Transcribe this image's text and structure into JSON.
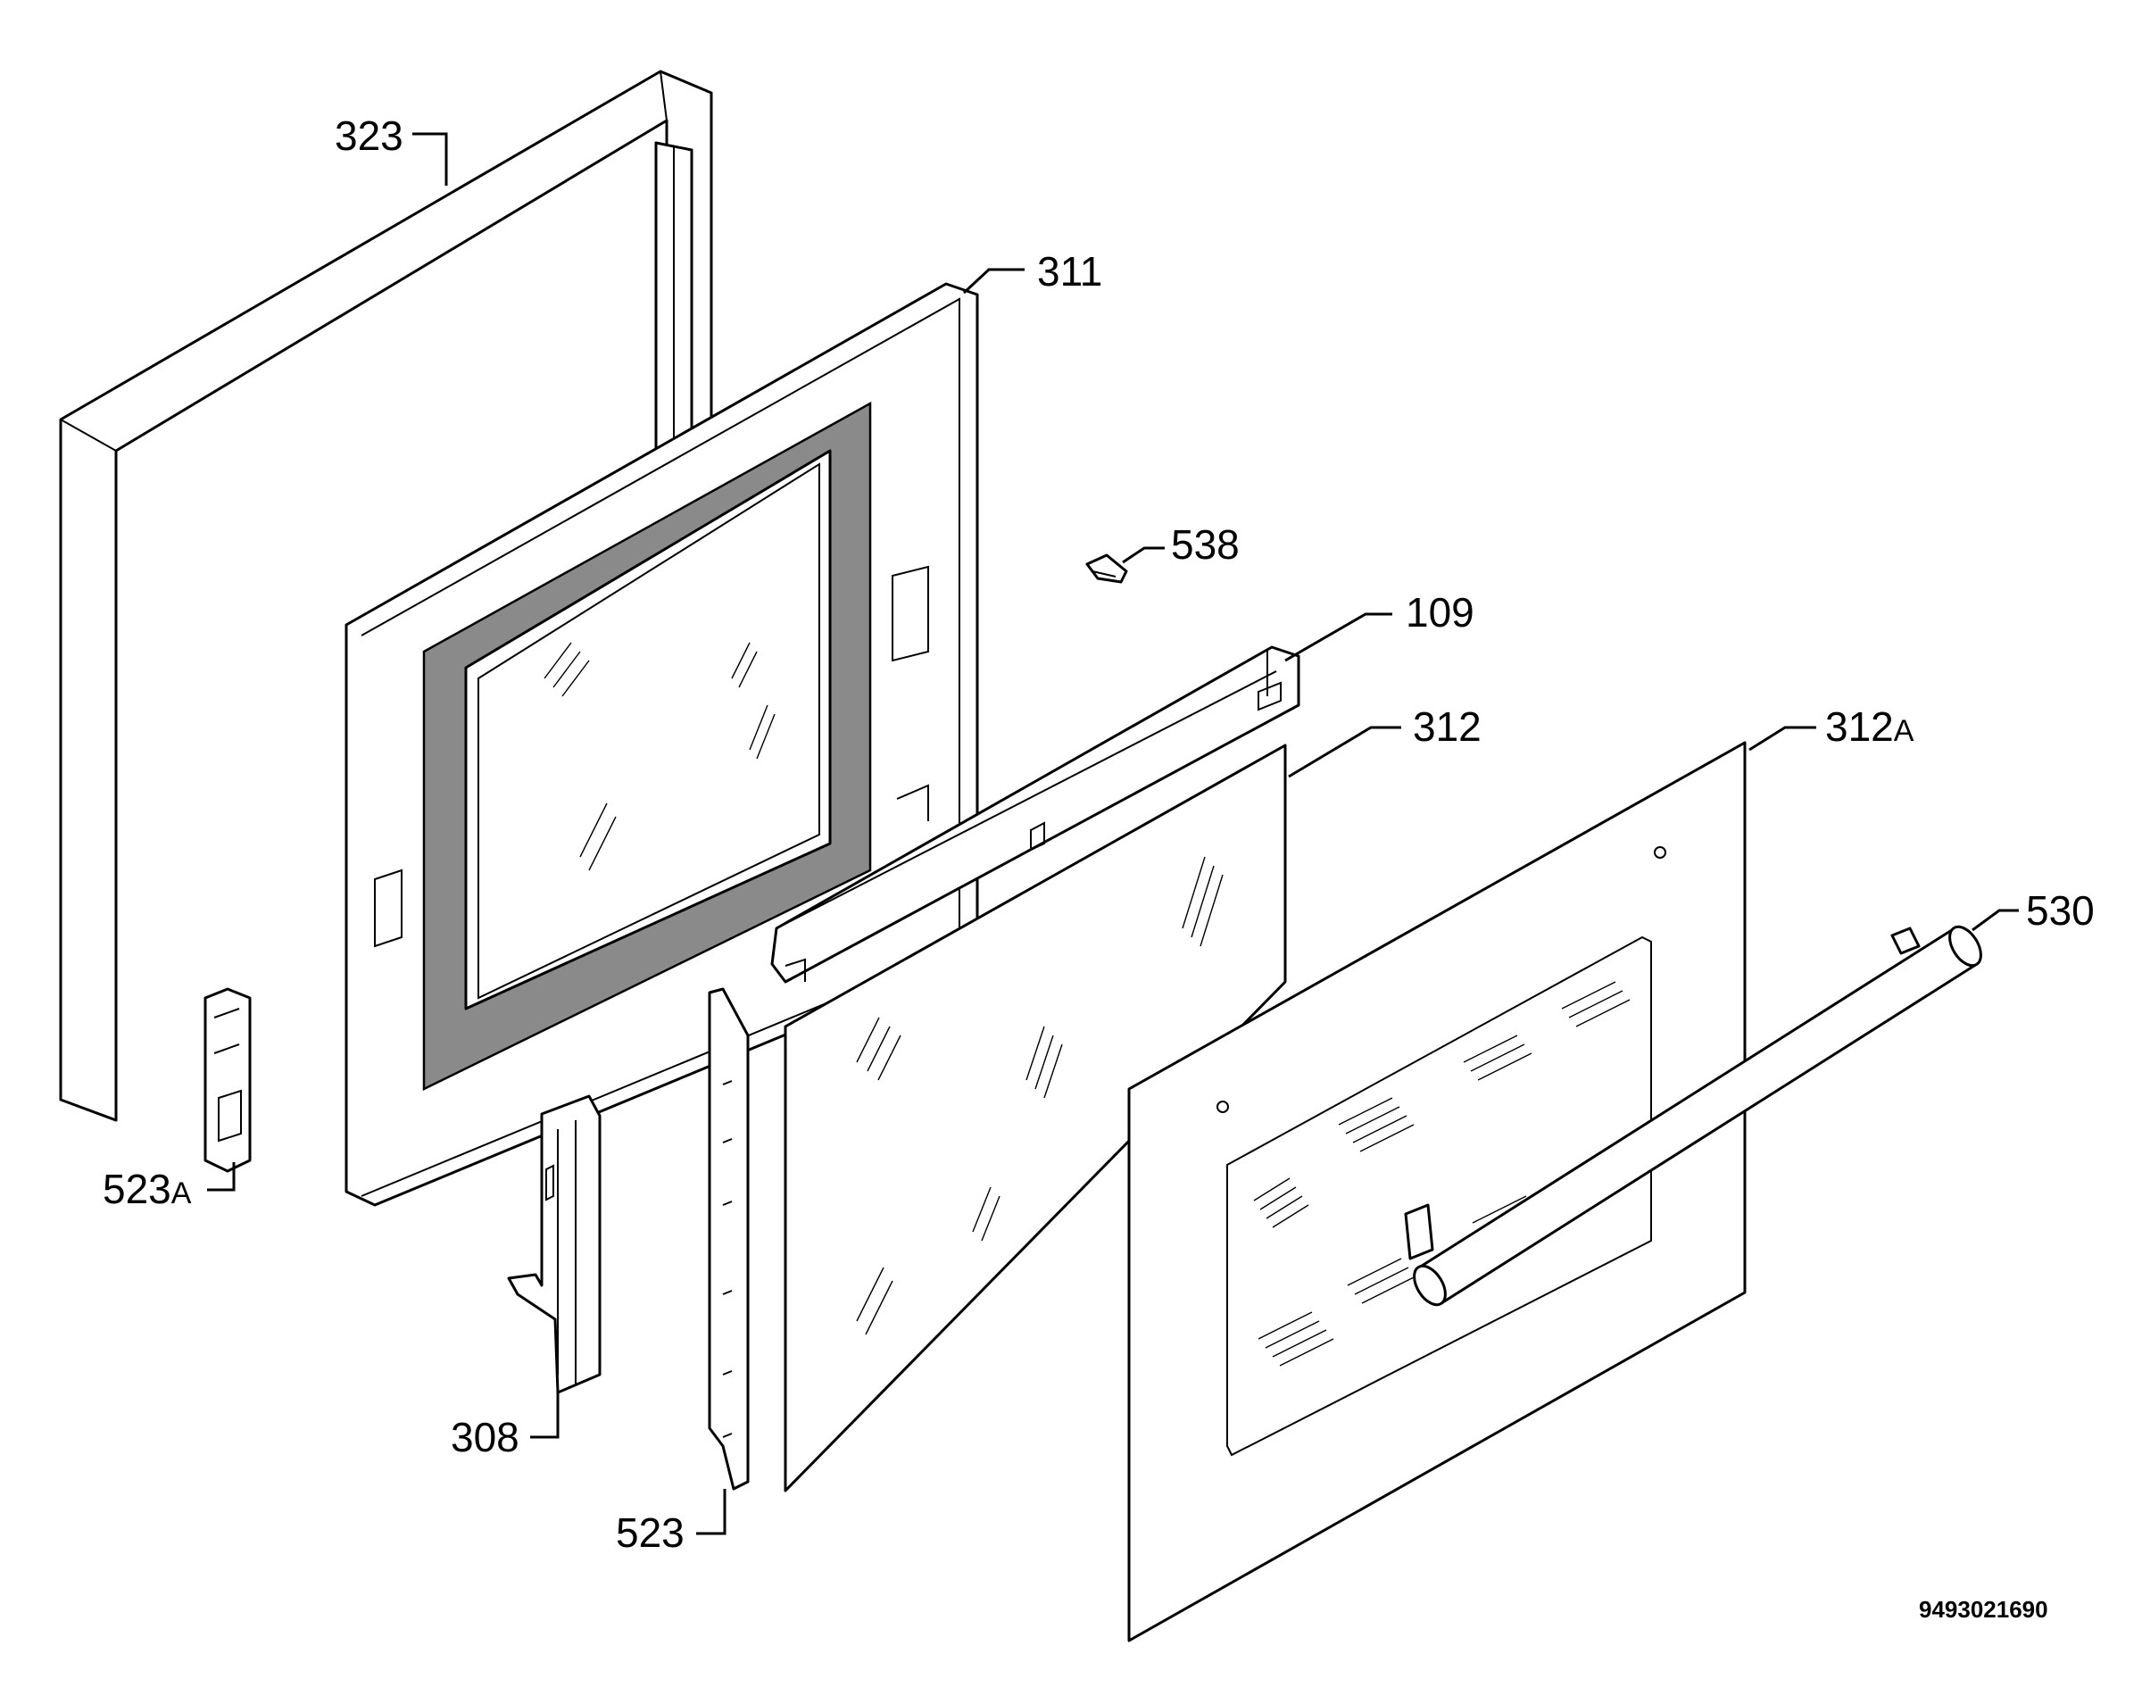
{
  "diagram": {
    "callouts": [
      {
        "id": "323",
        "text": "323",
        "suffix": ""
      },
      {
        "id": "311",
        "text": "311",
        "suffix": ""
      },
      {
        "id": "538",
        "text": "538",
        "suffix": ""
      },
      {
        "id": "109",
        "text": "109",
        "suffix": ""
      },
      {
        "id": "312",
        "text": "312",
        "suffix": ""
      },
      {
        "id": "312A",
        "text": "312",
        "suffix": "A"
      },
      {
        "id": "530",
        "text": "530",
        "suffix": ""
      },
      {
        "id": "523A",
        "text": "523",
        "suffix": "A"
      },
      {
        "id": "308",
        "text": "308",
        "suffix": ""
      },
      {
        "id": "523",
        "text": "523",
        "suffix": ""
      }
    ],
    "document_number": "9493021690"
  }
}
